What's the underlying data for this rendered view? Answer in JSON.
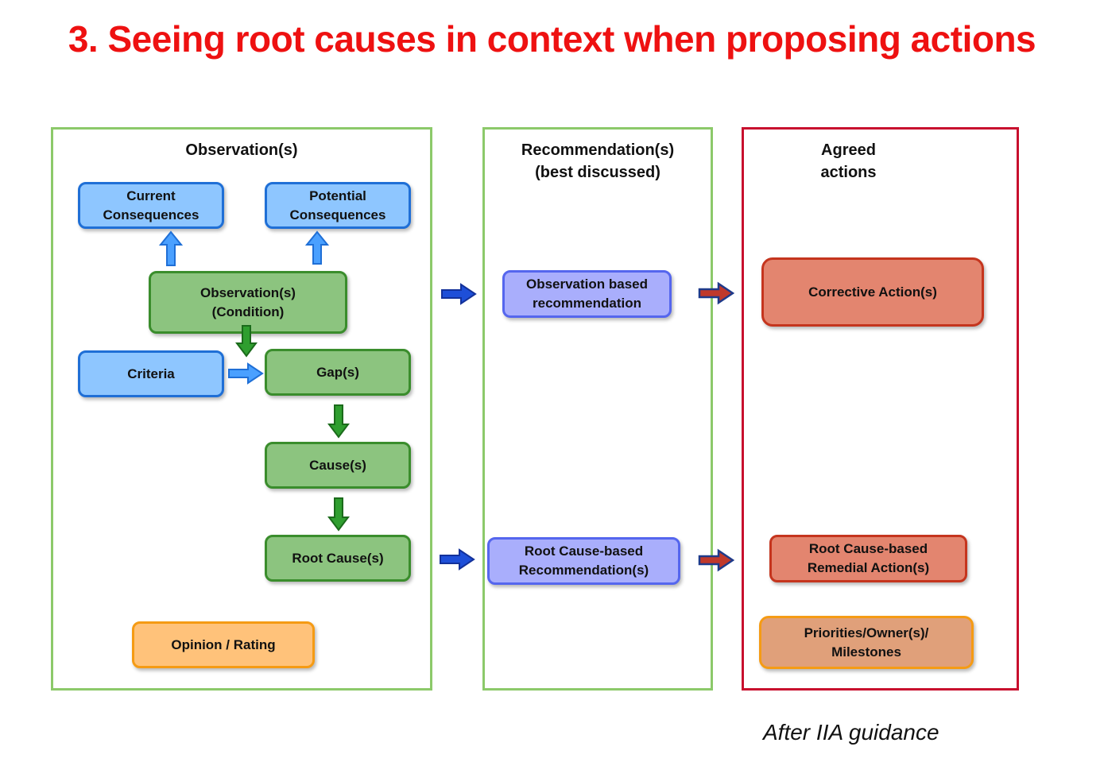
{
  "title": "3. Seeing root causes in context when proposing actions",
  "panels": {
    "observations": {
      "heading": "Observation(s)"
    },
    "recommendations": {
      "heading": "Recommendation(s)\n(best discussed)"
    },
    "agreed": {
      "heading": "Agreed\nactions"
    }
  },
  "boxes": {
    "current_consequences": "Current\nConsequences",
    "potential_consequences": "Potential\nConsequences",
    "observation_condition": "Observation(s)\n(Condition)",
    "criteria": "Criteria",
    "gaps": "Gap(s)",
    "causes": "Cause(s)",
    "root_causes": "Root Cause(s)",
    "opinion_rating": "Opinion / Rating",
    "observation_based_rec": "Observation based\nrecommendation",
    "root_cause_based_rec": "Root Cause-based\nRecommendation(s)",
    "corrective_actions": "Corrective Action(s)",
    "root_cause_remedial": "Root Cause-based\nRemedial Action(s)",
    "priorities": "Priorities/Owner(s)/\nMilestones"
  },
  "footnote": "After IIA guidance",
  "colors": {
    "title": "#ee1111",
    "panel_green": "#8cc96a",
    "panel_red": "#c8102e",
    "blue_fill": "#8ec6ff",
    "green_fill": "#8cc47f",
    "purple_fill": "#a9aefc",
    "salmon_fill": "#e3856f",
    "orange_fill": "#ffc27a"
  }
}
